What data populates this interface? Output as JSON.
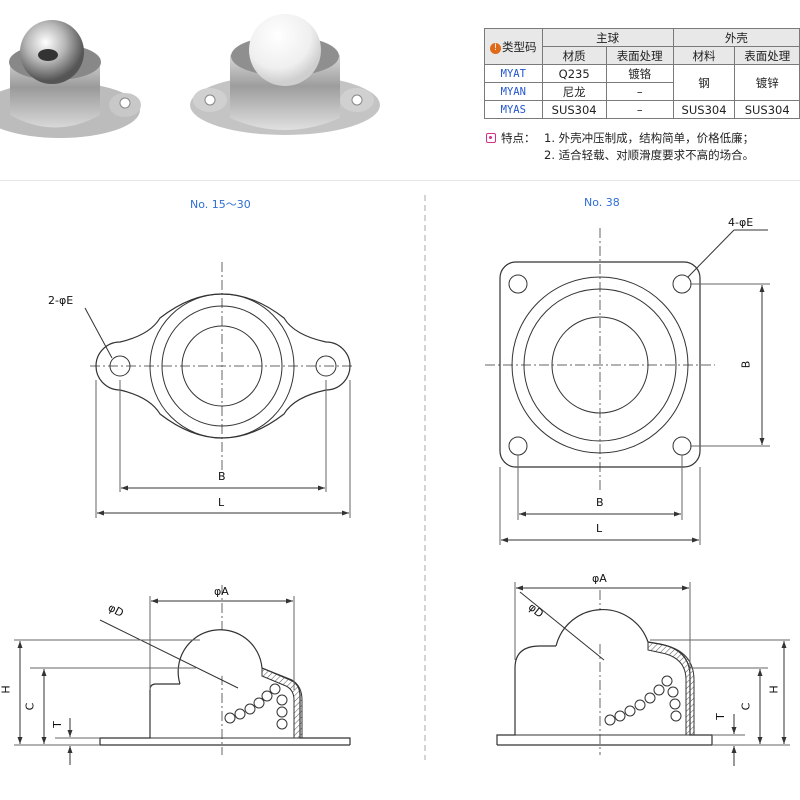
{
  "table": {
    "header_type": "类型码",
    "header_badge": "!",
    "group_ball": "主球",
    "group_shell": "外壳",
    "col_material": "材质",
    "col_surface": "表面处理",
    "col_shell_material": "材料",
    "col_shell_surface": "表面处理",
    "rows": [
      {
        "code": "MYAT",
        "material": "Q235",
        "surface": "镀铬"
      },
      {
        "code": "MYAN",
        "material": "尼龙",
        "surface": "–"
      },
      {
        "code": "MYAS",
        "material": "SUS304",
        "surface": "–"
      }
    ],
    "shell_material_merged": "钢",
    "shell_surface_merged": "镀锌",
    "shell_material_last": "SUS304",
    "shell_surface_last": "SUS304"
  },
  "features": {
    "lead": "特点：",
    "line1": "1. 外壳冲压制成，结构简单，价格低廉；",
    "line2": "2. 适合轻载、对顺滑度要求不高的场合。"
  },
  "drawing_left": {
    "title": "No. 15～30",
    "hole_label": "2-φE",
    "dim_b": "B",
    "dim_l": "L",
    "dim_a": "φA",
    "dim_d": "φD",
    "dim_h": "H",
    "dim_c": "C",
    "dim_t": "T"
  },
  "drawing_right": {
    "title": "No. 38",
    "hole_label": "4-φE",
    "dim_b_vertical": "B",
    "dim_b": "B",
    "dim_l": "L",
    "dim_a": "φA",
    "dim_d": "φD",
    "dim_h": "H",
    "dim_c": "C",
    "dim_t": "T"
  },
  "colors": {
    "title_blue": "#2f6fd6",
    "badge_orange": "#e06a18",
    "feature_icon": "#d0308a",
    "line": "#333333"
  }
}
